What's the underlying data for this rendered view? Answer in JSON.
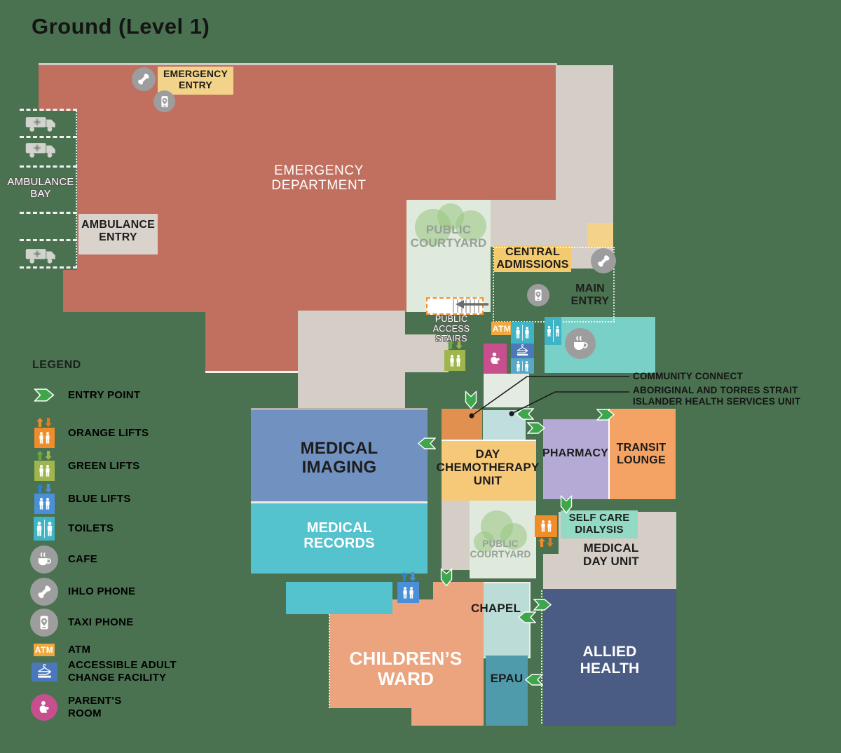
{
  "title": "Ground (Level 1)",
  "map": {
    "rooms": {
      "emergency_department": "EMERGENCY\nDEPARTMENT",
      "public_courtyard_north": "PUBLIC\nCOURTYARD",
      "public_courtyard_south": "PUBLIC\nCOURTYARD",
      "medical_imaging": "MEDICAL\nIMAGING",
      "medical_records": "MEDICAL\nRECORDS",
      "day_chemotherapy_unit": "DAY\nCHEMOTHERAPY\nUNIT",
      "pharmacy": "PHARMACY",
      "transit_lounge": "TRANSIT\nLOUNGE",
      "self_care_dialysis": "SELF CARE\nDIALYSIS",
      "medical_day_unit": "MEDICAL\nDAY UNIT",
      "chapel": "CHAPEL",
      "epau": "EPAU",
      "allied_health": "ALLIED\nHEALTH",
      "childrens_ward": "CHILDREN’S\nWARD"
    },
    "labels": {
      "ambulance_bay": "AMBULANCE\nBAY",
      "ambulance_entry": "AMBULANCE\nENTRY",
      "emergency_entry": "EMERGENCY\nENTRY",
      "central_admissions": "CENTRAL\nADMISSIONS",
      "main_entry": "MAIN\nENTRY",
      "public_access_stairs": "PUBLIC ACCESS\nSTAIRS",
      "atm": "ATM"
    },
    "annotations": {
      "community_connect": "COMMUNITY CONNECT",
      "atsi_unit": "ABORIGINAL AND TORRES STRAIT\nISLANDER HEALTH SERVICES UNIT"
    }
  },
  "legend": {
    "heading": "LEGEND",
    "items": [
      {
        "label": "ENTRY POINT"
      },
      {
        "label": "ORANGE LIFTS"
      },
      {
        "label": "GREEN LIFTS"
      },
      {
        "label": "BLUE LIFTS"
      },
      {
        "label": "TOILETS"
      },
      {
        "label": "CAFE"
      },
      {
        "label": "IHLO PHONE"
      },
      {
        "label": "TAXI PHONE"
      },
      {
        "label": "ATM"
      },
      {
        "label": "ACCESSIBLE ADULT\nCHANGE FACILITY"
      },
      {
        "label": "PARENT'S\nROOM"
      }
    ]
  },
  "colors": {
    "background": "#4a7150",
    "emergency_red": "#c1705f",
    "corridor_beige": "#d5cec7",
    "courtyard_green": "#dfe9dc",
    "entry_label_yellow": "#f3d289",
    "admissions_yellow": "#f4ca6e",
    "imaging_blue": "#7191c1",
    "records_teal": "#54c3cd",
    "chemo_yellow": "#f6c979",
    "community_connect_orange": "#e1904f",
    "atsi_pale_teal": "#bfdedd",
    "pharmacy_purple": "#b5aad6",
    "transit_orange": "#f4a364",
    "dialysis_mint": "#93dac5",
    "chapel_teal": "#bcdcd8",
    "epau_teal": "#4f9aab",
    "allied_navy": "#4b5c84",
    "childrens_salmon": "#eca47f",
    "cafe_teal": "#79d0c6",
    "toilet_teal": "#3fb4c6",
    "change_blue": "#4a78bb",
    "parents_pink": "#c84f8e",
    "atm_orange": "#f0a83f",
    "green_lift": "#9fb64d",
    "orange_lift": "#f08d2b",
    "blue_lift": "#4a90d9",
    "entry_arrow_green": "#3ea64b",
    "icon_gray": "#9d9d9d",
    "stairs_orange": "#f09030"
  }
}
